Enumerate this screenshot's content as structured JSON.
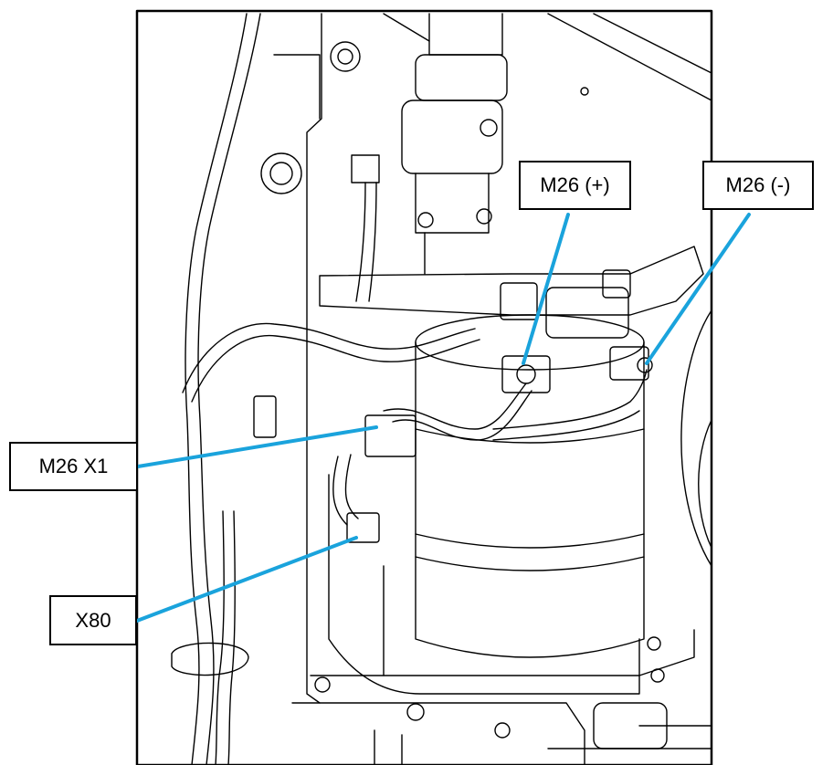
{
  "labels": {
    "m26_plus": "M26 (+)",
    "m26_minus": "M26 (-)",
    "m26_x1": "M26 X1",
    "x80": "X80"
  },
  "colors": {
    "leader_line": "#1aa3dc",
    "outline": "#000000",
    "background": "#ffffff"
  }
}
